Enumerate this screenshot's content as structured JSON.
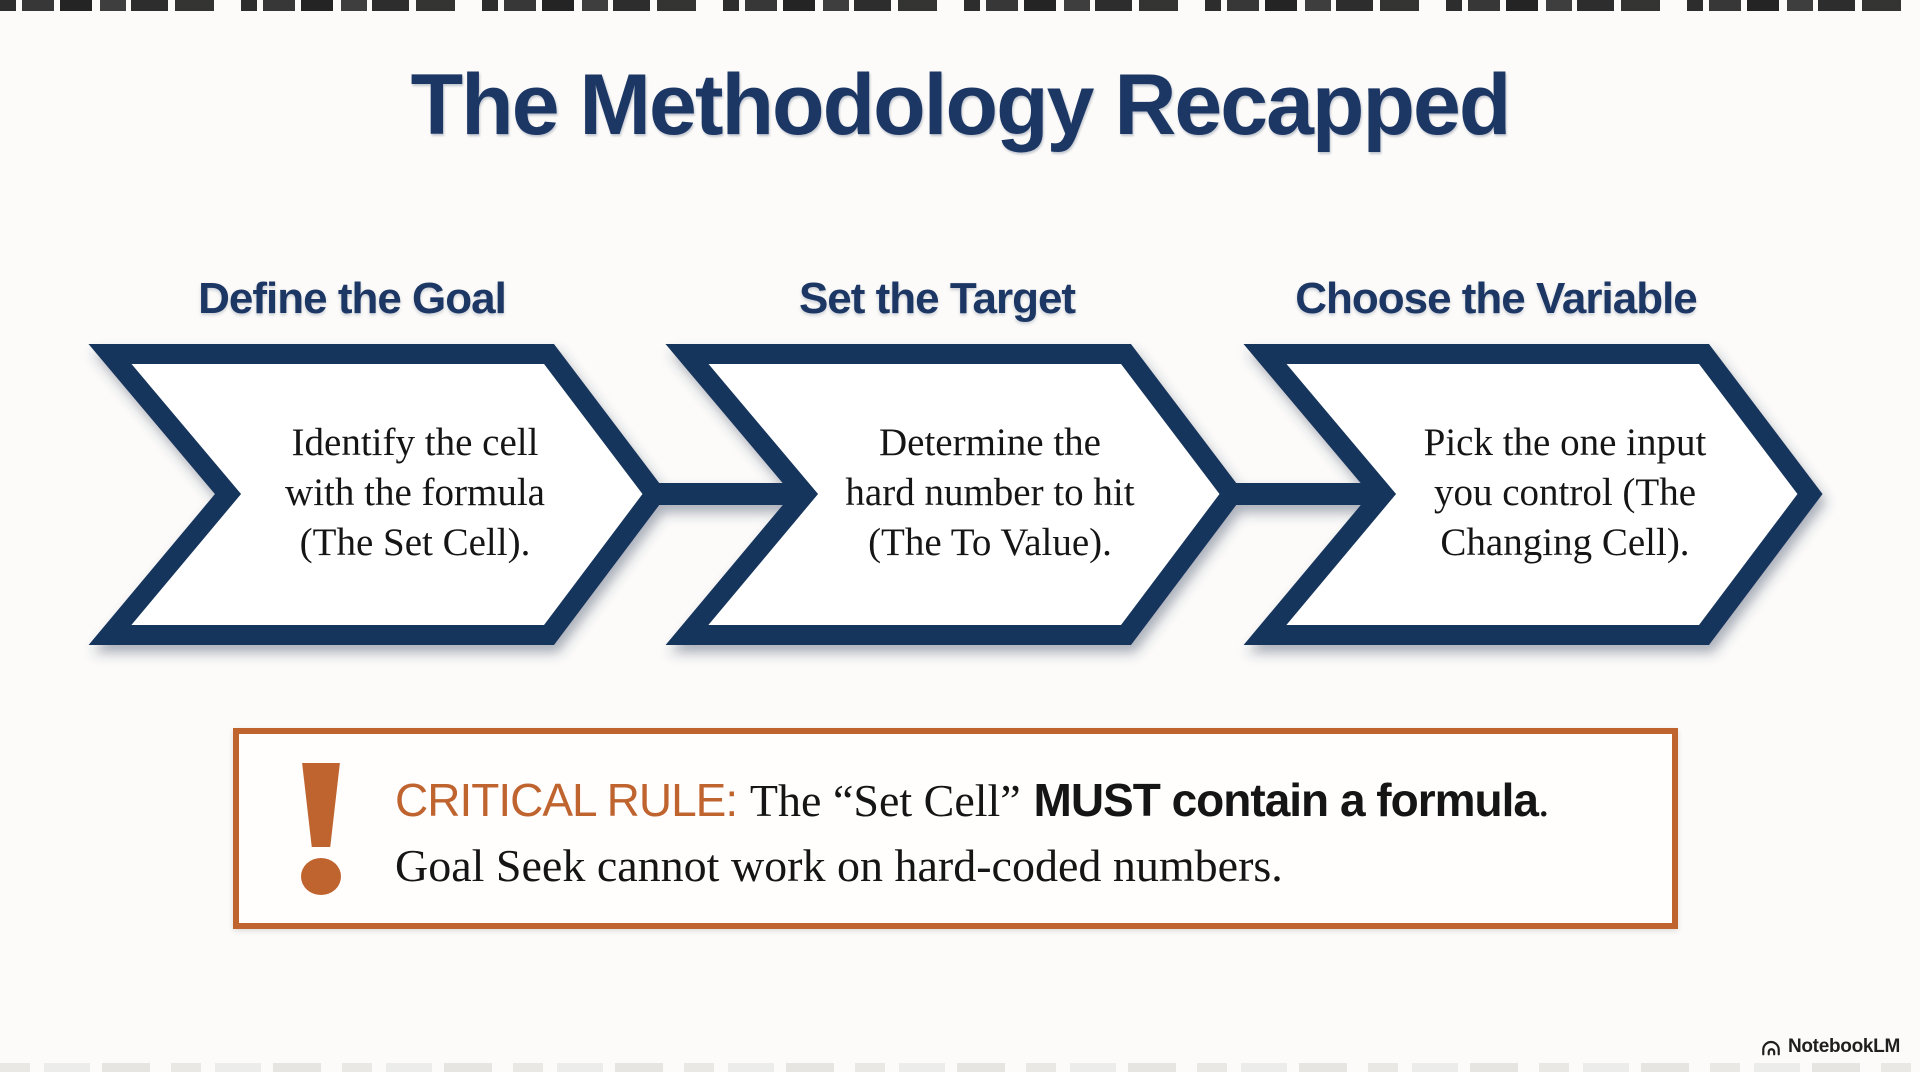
{
  "title": "The Methodology Recapped",
  "steps": [
    {
      "heading": "Define the Goal",
      "body": "Identify the cell\nwith the formula\n(The Set Cell)."
    },
    {
      "heading": "Set the Target",
      "body": "Determine the\nhard number to hit\n(The To Value)."
    },
    {
      "heading": "Choose the Variable",
      "body": "Pick the one input\nyou control (The\nChanging Cell)."
    }
  ],
  "critical_rule": {
    "label": "CRITICAL RULE:",
    "text_serif": "The “Set Cell”",
    "text_bold": "MUST contain a formula",
    "period": ".",
    "line2": "Goal Seek cannot work on hard-coded numbers.",
    "icon": "exclamation-icon"
  },
  "footer": {
    "brand": "NotebookLM"
  },
  "colors": {
    "navy": "#1d3765",
    "chevron_border": "#17345c",
    "orange": "#c0642f",
    "text_dark": "#151515",
    "background": "#fcfbf9"
  }
}
